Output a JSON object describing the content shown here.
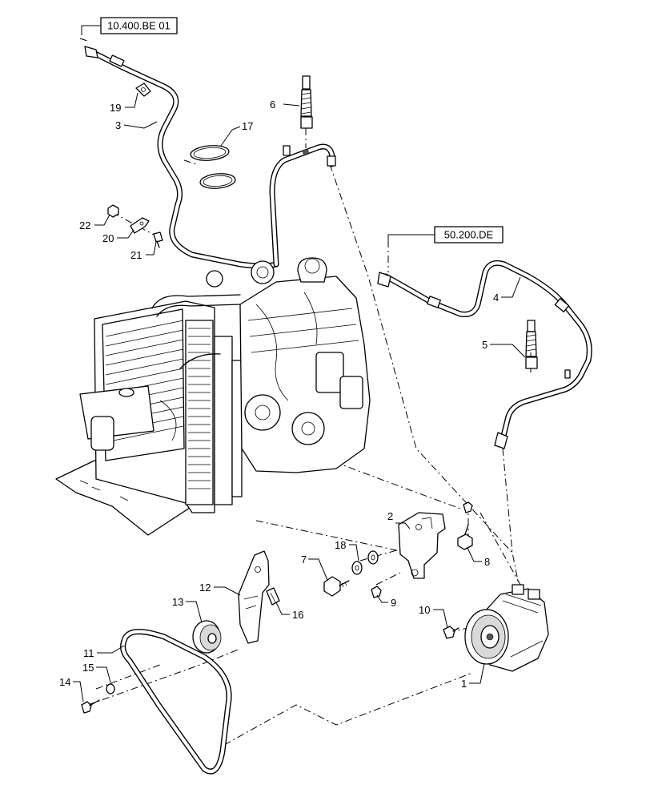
{
  "references": {
    "top_left": "10.400.BE 01",
    "right": "50.200.DE"
  },
  "callouts": {
    "c1": "1",
    "c2": "2",
    "c3": "3",
    "c4": "4",
    "c5": "5",
    "c6": "6",
    "c7": "7",
    "c8": "8",
    "c9": "9",
    "c10": "10",
    "c11": "11",
    "c12": "12",
    "c13": "13",
    "c14": "14",
    "c15": "15",
    "c16": "16",
    "c17": "17",
    "c18": "18",
    "c19": "19",
    "c20": "20",
    "c21": "21",
    "c22": "22"
  }
}
